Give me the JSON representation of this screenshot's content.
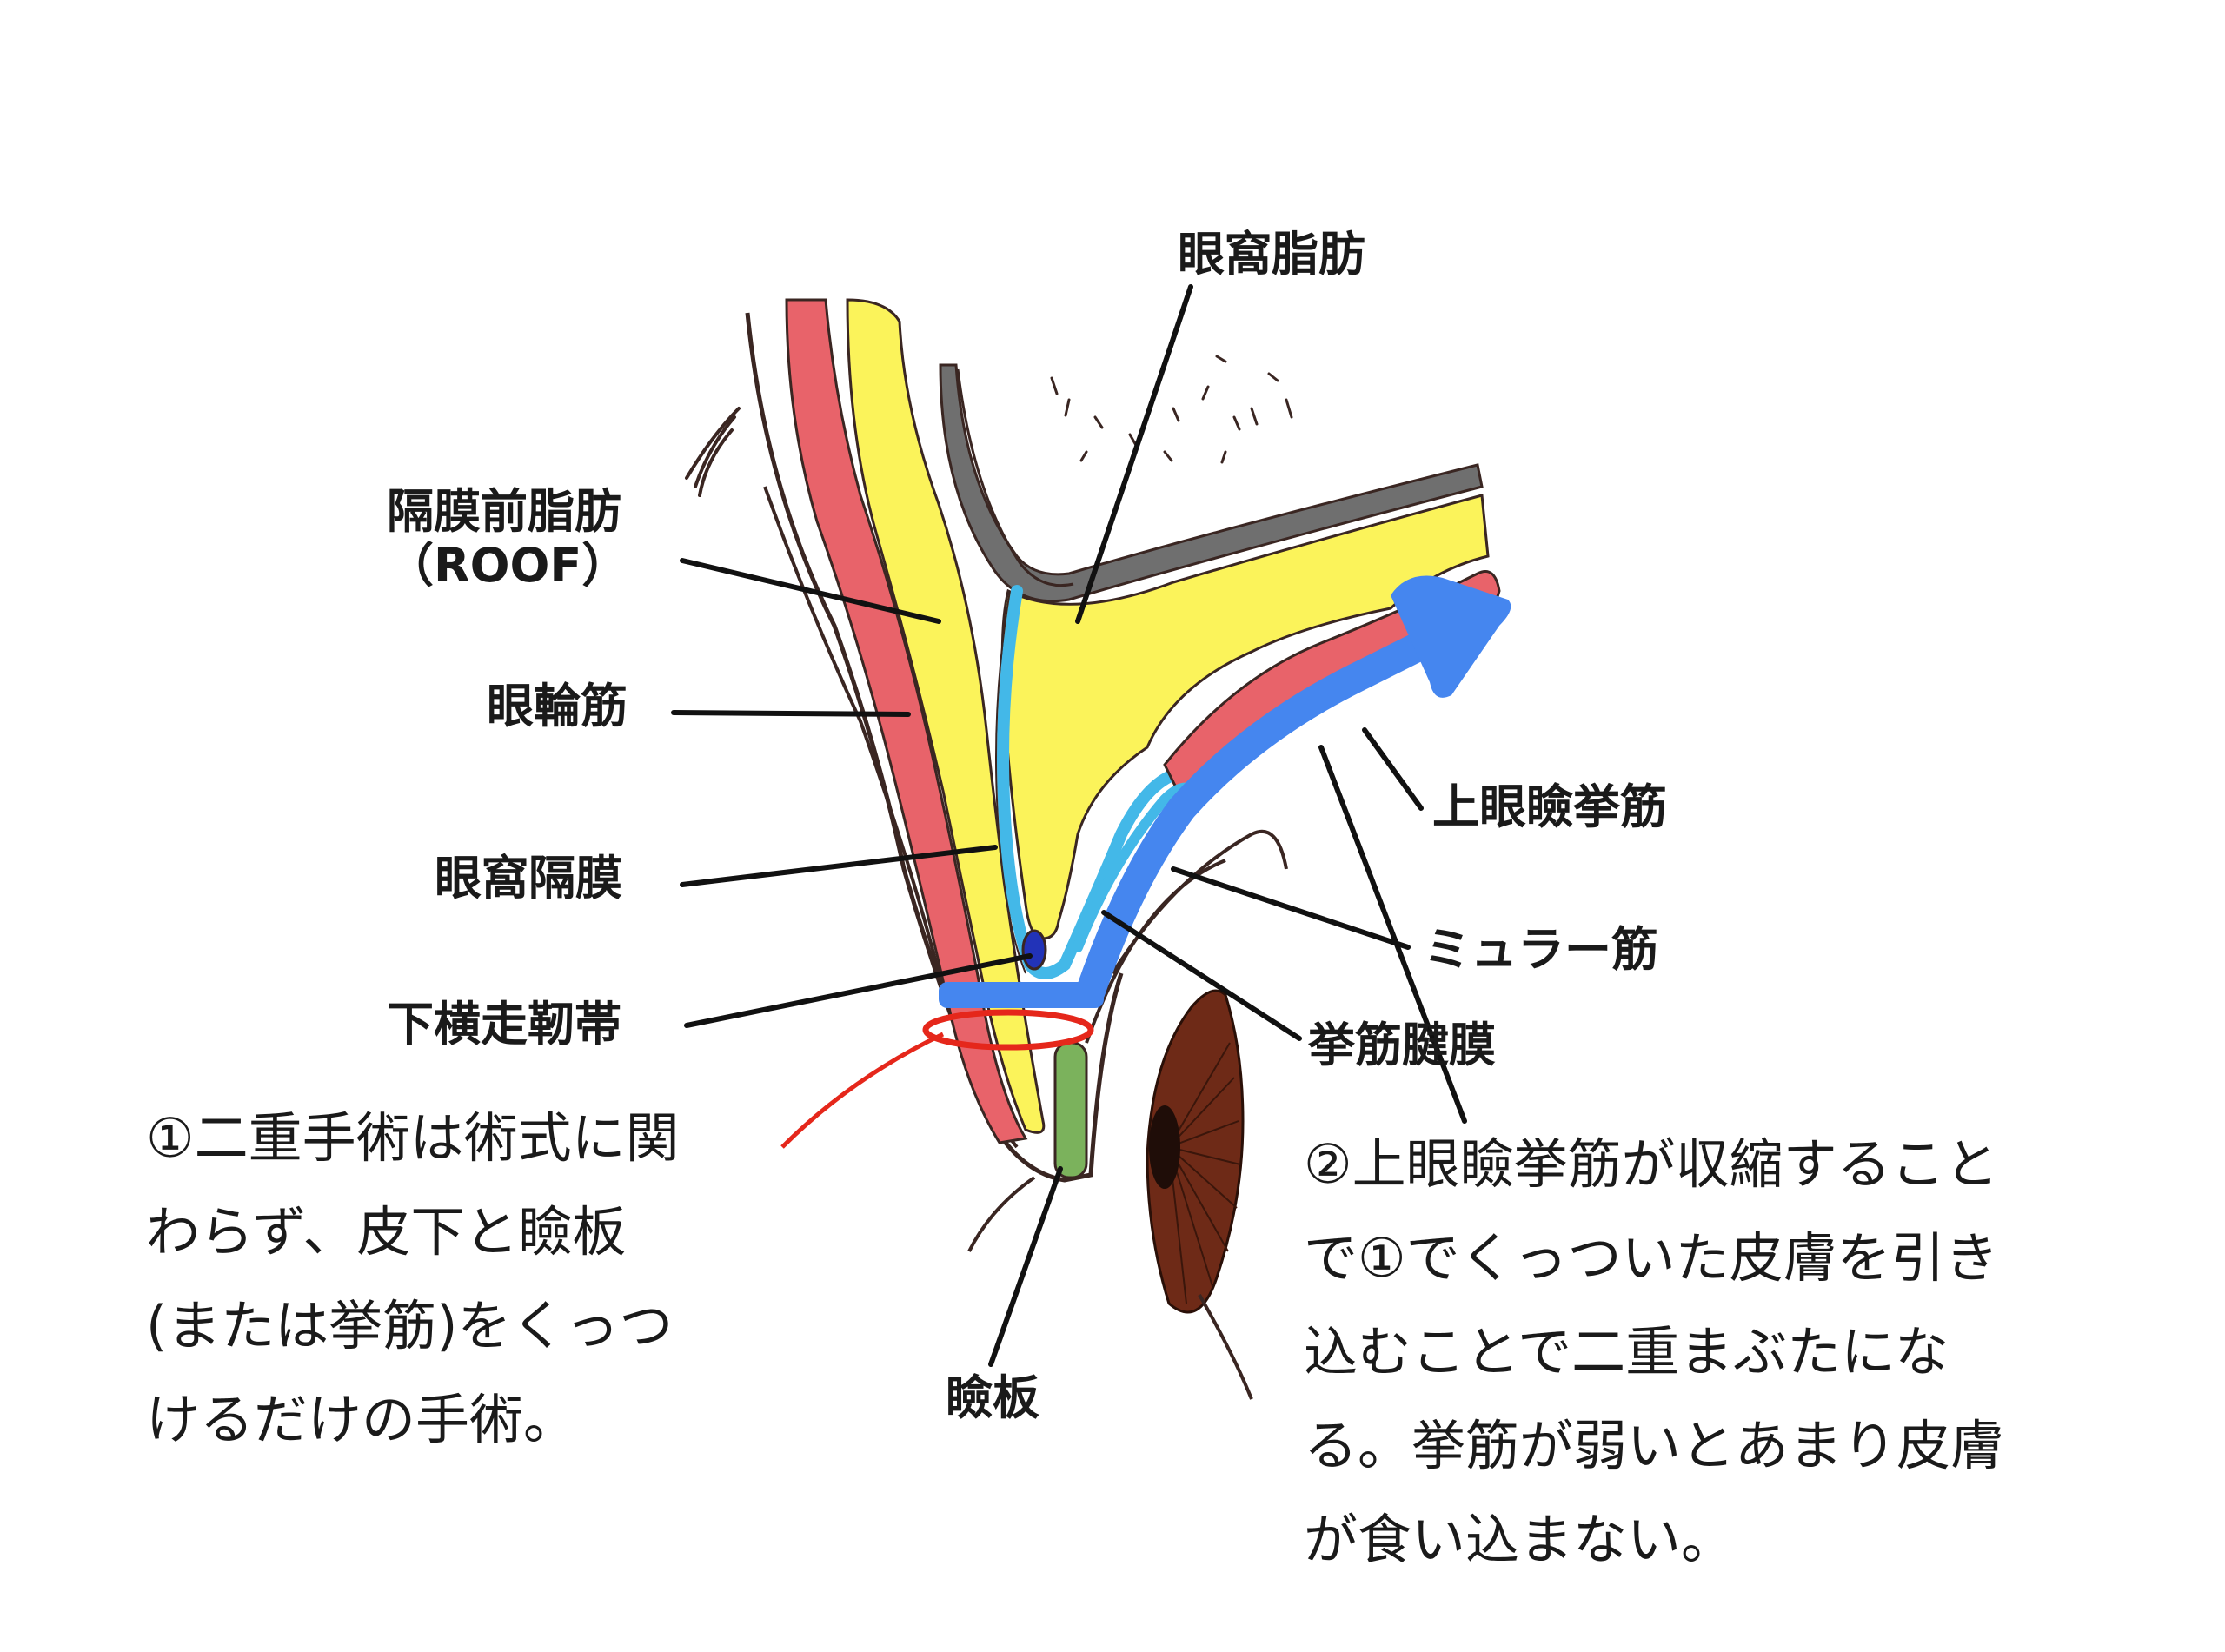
{
  "labels": {
    "orbital_fat": "眼窩脂肪",
    "roof_line1": "隔膜前脂肪",
    "roof_line2": "（ROOF）",
    "orbicularis": "眼輪筋",
    "septum": "眼窩隔膜",
    "ligament": "下横走靭帯",
    "levator": "上眼瞼挙筋",
    "muller": "ミュラー筋",
    "aponeurosis": "挙筋腱膜",
    "tarsus": "瞼板"
  },
  "notes": {
    "left": [
      "①二重手術は術式に関",
      "わらず、皮下と瞼板",
      "(または挙筋)をくっつ",
      "けるだけの手術。"
    ],
    "right": [
      "②上眼瞼挙筋が収縮すること",
      "で①でくっついた皮膚を引き",
      "込むことで二重まぶたにな",
      "る。挙筋が弱いとあまり皮膚",
      "が食い込まない。"
    ]
  },
  "colors": {
    "skin_outline": "#3a2622",
    "muscle_red": "#e8636a",
    "fat_yellow": "#fbf35a",
    "septum_cyan": "#43b8e8",
    "levator_blue": "#4586ef",
    "bone_gray": "#6f6f6f",
    "tarsus_green": "#7bb25c",
    "ligament_navy": "#2233b8",
    "suture_red": "#e5271b",
    "eye_brown": "#6e2a17",
    "pupil": "#1f0d08",
    "leader_line": "#111111"
  }
}
